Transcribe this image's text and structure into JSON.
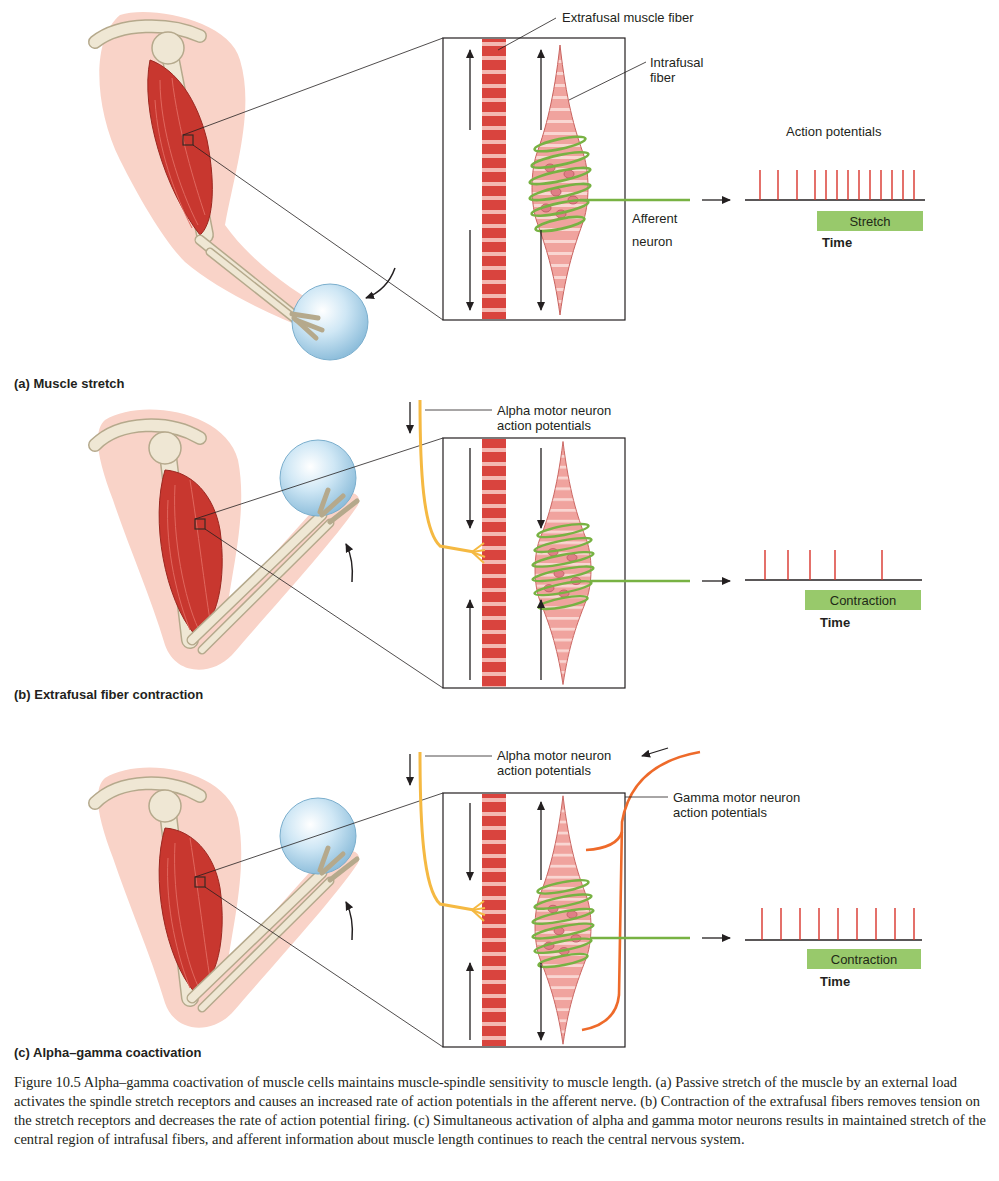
{
  "diagram": {
    "caption": "Figure 10.5 Alpha–gamma coactivation of muscle cells maintains muscle-spindle sensitivity to muscle length. (a) Passive stretch of the muscle by an external load activates the spindle stretch receptors and causes an increased rate of action potentials in the afferent nerve. (b) Contraction of the extrafusal fibers removes tension on the stretch receptors and decreases the rate of action potential firing. (c) Simultaneous activation of alpha and gamma motor neurons results in maintained stretch of the central region of intrafusal fibers, and afferent information about muscle length continues to reach the central nervous system.",
    "nodes": [
      {
        "text": [
          "Stretch"
        ]
      },
      {
        "text": [
          "Contraction"
        ]
      },
      {
        "text": [
          "Contraction"
        ]
      }
    ],
    "labels": [
      "Extrafusal muscle fiber",
      "Intrafusal fiber",
      "Afferent neuron",
      "Action potentials",
      "Time",
      "(a) Muscle stretch",
      "Alpha motor neuron action potentials",
      "Time",
      "(b) Extrafusal fiber contraction",
      "Alpha motor neuron action potentials",
      "Gamma motor neuron action potentials",
      "Time",
      "(c) Alpha–gamma coactivation"
    ]
  }
}
